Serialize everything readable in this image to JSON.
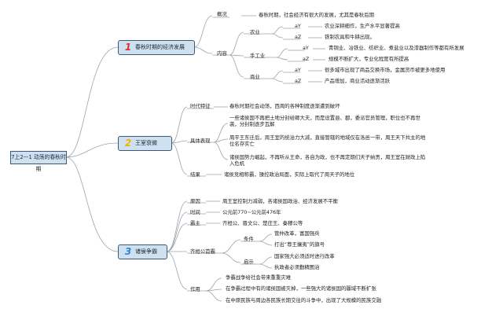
{
  "root": "7上2—1 动荡的春秋时期",
  "branches": [
    {
      "num": "1",
      "color": "#e0302c",
      "title": "春秋时期的经济发展",
      "items": [
        {
          "label": "概况",
          "text": "春秋时期，社会经济有很大的发展，尤其是春秋后期"
        },
        {
          "label": "内容",
          "groups": [
            {
              "label": "农业",
              "rows": [
                {
                  "tag": "aY",
                  "text": "农业深耕细作，生产水平显著提高"
                },
                {
                  "tag": "aZ",
                  "text": "铁制农具和牛耕出现。"
                }
              ]
            },
            {
              "label": "手工业",
              "rows": [
                {
                  "tag": "aY",
                  "text": "青铜业、冶铁业、纺织业、煮盐业以及漆器制作等都有所发展"
                },
                {
                  "tag": "aZ",
                  "text": "规模不断扩大，专业化程度有所提高"
                }
              ]
            },
            {
              "label": "商业",
              "rows": [
                {
                  "tag": "aY",
                  "text": "很多城市出现了商品交换市场，金属货币被更多地使用"
                },
                {
                  "tag": "aZ",
                  "text": "产品增加，商业活动逐渐活跃"
                }
              ]
            }
          ]
        }
      ]
    },
    {
      "num": "2",
      "color": "#f0b400",
      "title": "王室衰微",
      "items": [
        {
          "label": "时代特征",
          "text": "春秋时期社会动荡，西周的各种制度逐渐遭到破坏"
        },
        {
          "label": "具体表现",
          "paras": [
            "一些诸侯国不再把土地分封给卿大夫，而是设置县、郡，委派官员管理，职位也不再世袭，分封制逐步瓦解",
            "周平王东迁后，周王室的统治力大减，直接管辖的地域仅在洛邑一带，周王天下共主的地位名存实亡",
            "诸侯国势力崛起，不再听从王命，各自为政，也不再定期们天子纳贡，周王室在财政上陷入危机"
          ]
        },
        {
          "label": "结果",
          "text": "诸侯竞相称霸，操控政治局面，实际上取代了周天子的地位"
        }
      ]
    },
    {
      "num": "3",
      "color": "#2f86d8",
      "title": "诸侯争霸",
      "items": [
        {
          "label": "原因",
          "text": "周王室控制力减弱，各诸侯国政治、经济发展不平衡"
        },
        {
          "label": "时间",
          "text": "公元前770~公元前476年"
        },
        {
          "label": "霸主",
          "text": "齐桓公、晋文公、楚庄王、秦穆公等"
        },
        {
          "label": "齐桓公首霸",
          "groups": [
            {
              "label": "条件",
              "rows": [
                "管仲改革，富国强兵",
                "打出“尊王攘夷”的旗号"
              ]
            },
            {
              "label": "启示",
              "rows": [
                "国家强大必须适时进行改革",
                "执政者必须勤精图治"
              ]
            }
          ]
        },
        {
          "label": "作用",
          "paras": [
            "争霸战争给社会带来重重灾难",
            "在争霸过程中有的诸侯国被灭掉，一些强大的诸侯国的疆域不断扩张",
            "在中原民族与周边各民族长期交往的斗争中，出现了大规模的民族交融"
          ]
        }
      ]
    }
  ]
}
